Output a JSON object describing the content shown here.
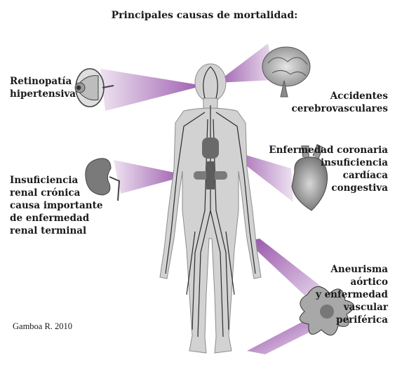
{
  "title": "Principales causas de mortalidad:",
  "labels": {
    "retinopatia": [
      "Retinopatía",
      "hipertensiva"
    ],
    "accidentes": [
      "Accidentes",
      "cerebrovasculares"
    ],
    "coronaria": [
      "Enfermedad coronaria",
      "insuficiencia",
      "cardíaca",
      "congestiva"
    ],
    "renal": [
      "Insuficiencia",
      "renal crónica",
      "causa importante",
      "de enfermedad",
      "renal terminal"
    ],
    "aneurisma": [
      "Aneurisma",
      "aórtico",
      "y enfermedad",
      "vascular",
      "periférica"
    ]
  },
  "credit": "Gamboa R. 2010",
  "colors": {
    "beam": "#8b3fa0",
    "body": "#d2d2d2",
    "vessel": "#2b2b2b",
    "organ": "#7a7a7a"
  }
}
